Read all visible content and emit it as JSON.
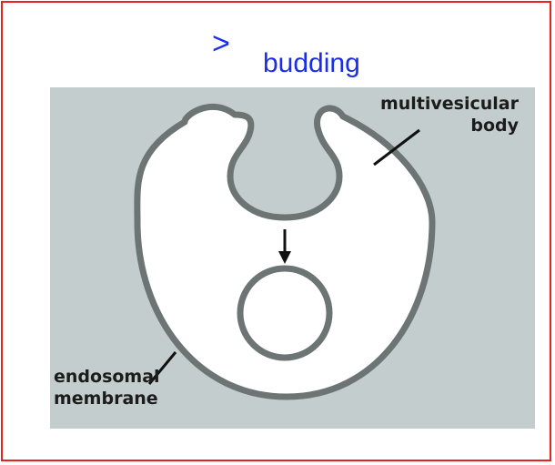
{
  "title": {
    "symbol": ">",
    "text": "budding"
  },
  "labels": {
    "multivesicular_line1": "multivesicular",
    "multivesicular_line2": "body",
    "endosomal_line1": "endosomal",
    "endosomal_line2": "membrane"
  },
  "colors": {
    "frame_border": "#e8231e",
    "title_text": "#1a2ee8",
    "figure_background": "#c3cdcd",
    "membrane_stroke": "#6d7474",
    "organelle_fill": "#ffffff",
    "label_text": "#1c1c1c"
  }
}
